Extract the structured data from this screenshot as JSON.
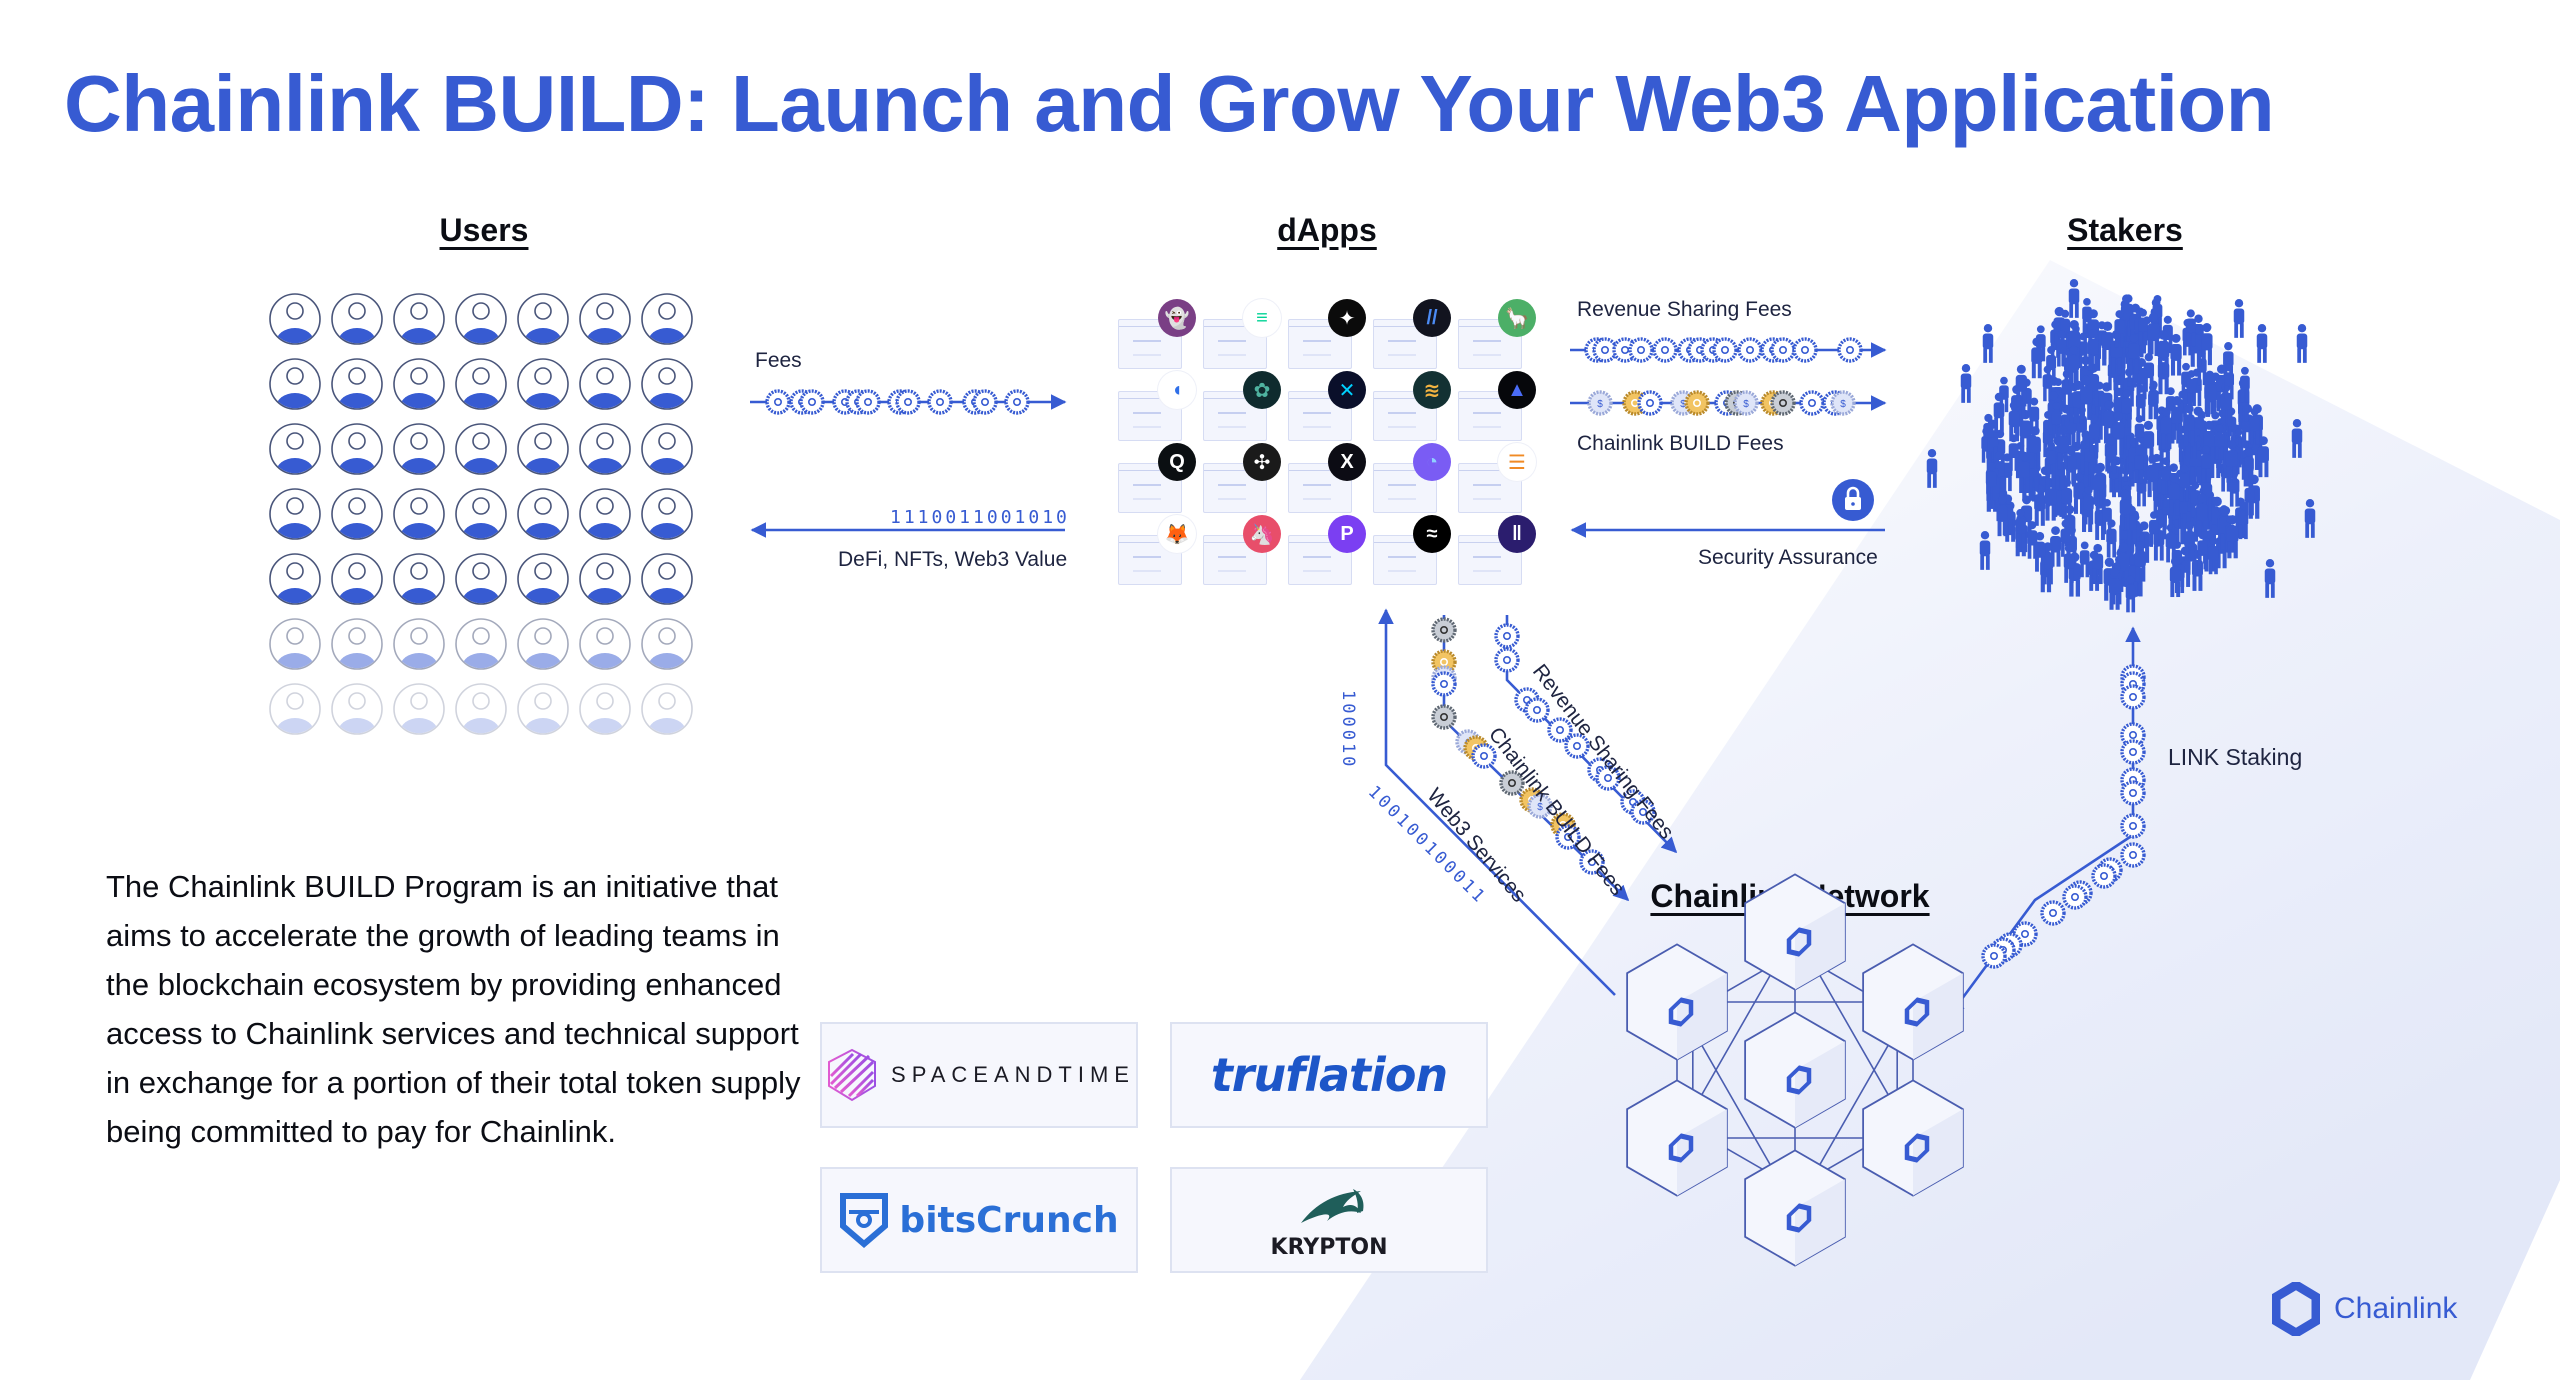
{
  "title": "Chainlink BUILD: Launch and Grow Your Web3 Application",
  "sections": {
    "users": "Users",
    "dapps": "dApps",
    "stakers": "Stakers",
    "network": "Chainlink Network"
  },
  "users_grid": {
    "columns": 7,
    "rows": 7,
    "row_opacity": [
      1,
      1,
      1,
      1,
      1,
      0.5,
      0.25
    ]
  },
  "flows": {
    "fees": "Fees",
    "defi_binary": "1110011001010",
    "defi_value": "DeFi, NFTs, Web3 Value",
    "revenue_sharing_top": "Revenue Sharing Fees",
    "build_fees_top": "Chainlink BUILD Fees",
    "security": "Security Assurance",
    "web3_binary_vertical": "100010",
    "web3_binary_diag": "100100100011",
    "web3_services": "Web3 Services",
    "build_fees_diag": "Chainlink BUILD Fees",
    "revenue_sharing_diag": "Revenue Sharing Fees",
    "link_staking": "LINK Staking"
  },
  "icons": {
    "coin": "chainlink-coin-icon",
    "lock": "lock-icon",
    "logo": "chainlink-hexagon-icon"
  },
  "dapps": [
    {
      "name": "ghost",
      "bg": "#7a3f85",
      "glyph": "👻"
    },
    {
      "name": "compound",
      "bg": "#ffffff",
      "fg": "#00d395",
      "glyph": "≡"
    },
    {
      "name": "frax",
      "bg": "#0b0b0b",
      "glyph": "✦"
    },
    {
      "name": "wallet-streams",
      "bg": "#12141f",
      "fg": "#4c8cf5",
      "glyph": "//"
    },
    {
      "name": "alpaca",
      "bg": "#4caf67",
      "glyph": "🦙"
    },
    {
      "name": "blue-chat",
      "bg": "#ffffff",
      "fg": "#2f6fe8",
      "glyph": "◖"
    },
    {
      "name": "tulip",
      "bg": "#0f2b2e",
      "fg": "#4fb3a0",
      "glyph": "✿"
    },
    {
      "name": "synthetix",
      "bg": "#0a0f2a",
      "fg": "#00d1ff",
      "glyph": "✕"
    },
    {
      "name": "solana-stripes",
      "bg": "#133133",
      "fg": "#f2b341",
      "glyph": "≋"
    },
    {
      "name": "arrow-a",
      "bg": "#06070b",
      "fg": "#4a6cf7",
      "glyph": "▲"
    },
    {
      "name": "q-protocol",
      "bg": "#0b0f12",
      "fg": "#ffffff",
      "glyph": "Q"
    },
    {
      "name": "drone",
      "bg": "#1a1a1a",
      "fg": "#ffffff",
      "glyph": "✣"
    },
    {
      "name": "x-protocol",
      "bg": "#0c0c14",
      "fg": "#ffffff",
      "glyph": "X"
    },
    {
      "name": "gradient-disc",
      "bg": "#7a5cf4",
      "fg": "#8fd0ff",
      "glyph": "◔"
    },
    {
      "name": "pancake-stack",
      "bg": "#ffffff",
      "fg": "#f08a24",
      "glyph": "☰"
    },
    {
      "name": "floki",
      "bg": "#ffffff",
      "fg": "#e67e22",
      "glyph": "🦊"
    },
    {
      "name": "unicorn",
      "bg": "#e84e6a",
      "glyph": "🦄"
    },
    {
      "name": "p-protocol",
      "bg": "#7b3ff2",
      "fg": "#ffffff",
      "glyph": "P"
    },
    {
      "name": "cyberpunk",
      "bg": "#000000",
      "fg": "#ffffff",
      "glyph": "≈"
    },
    {
      "name": "pillar",
      "bg": "#2b1d6e",
      "fg": "#ffffff",
      "glyph": "‖"
    }
  ],
  "paragraph": "The Chainlink BUILD Program is an initiative that aims to accelerate the growth of leading teams in the blockchain ecosystem by providing enhanced access to Chainlink services and technical support in exchange for a portion of their total token supply being committed to pay for Chainlink.",
  "partners": [
    {
      "name": "SPACEANDTIME",
      "style": "space"
    },
    {
      "name": "truflation",
      "style": "tru"
    },
    {
      "name": "bitsCrunch",
      "style": "bits"
    },
    {
      "name": "KRYPTON",
      "style": "kry"
    }
  ],
  "brand": "Chainlink",
  "colors": {
    "accent": "#375BD2",
    "text": "#1e2440",
    "heading": "#0b0d14",
    "bg_tint": "#e9edfa",
    "gold": "#d9a640",
    "silver": "#8c96a3",
    "dollar": "#c9d3f2"
  }
}
